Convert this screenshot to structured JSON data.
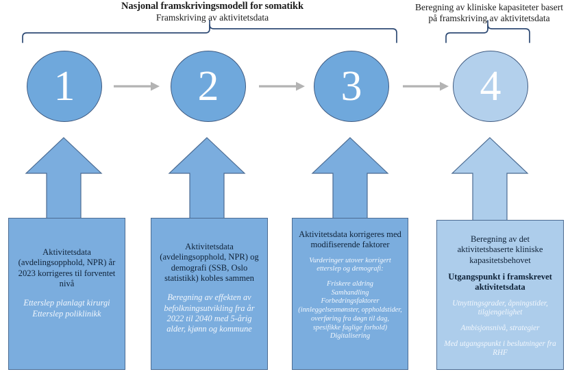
{
  "captions": {
    "main": {
      "line1": "Nasjonal framskrivingsmodell for somatikk",
      "line2": "Framskriving av aktivitetsdata"
    },
    "right": {
      "line1": "Beregning av kliniske kapasiteter basert",
      "line2": "på framskriving av aktivitetsdata"
    }
  },
  "steps": [
    {
      "number": "1",
      "tone": "dark"
    },
    {
      "number": "2",
      "tone": "dark"
    },
    {
      "number": "3",
      "tone": "dark"
    },
    {
      "number": "4",
      "tone": "light"
    }
  ],
  "connectors": [
    {
      "name": "arrow-1-to-2"
    },
    {
      "name": "arrow-2-to-3"
    },
    {
      "name": "arrow-3-to-4"
    }
  ],
  "boxes": [
    {
      "tone": "dark",
      "title": "Aktivitetsdata (avdelingsopphold, NPR) år 2023 korrigeres til forventet nivå",
      "sub1": "Etterslep planlagt kirurgi",
      "sub2": "Etterslep poliklinikk"
    },
    {
      "tone": "dark",
      "title": "Aktivitetsdata (avdelingsopphold, NPR) og demografi (SSB, Oslo statistikk) kobles sammen",
      "sub1": "Beregning av effekten av befolkningsutvikling fra år 2022 til 2040 med 5-årig alder, kjønn og kommune"
    },
    {
      "tone": "dark",
      "title": "Aktivitetsdata korrigeres med modifiserende faktorer",
      "sub1": "Vurderinger utover korrigert etterslep og demografi:",
      "sub2": "Friskere aldring",
      "sub3": "Samhandling",
      "sub4": "Forbedringsfaktorer (innleggelsesmønster, oppholdstider, overføring fra døgn til dag, spesifikke faglige forhold)",
      "sub5": "Digitalisering"
    },
    {
      "tone": "light",
      "title": "Beregning av det aktivitetsbaserte kliniske kapasitetsbehovet",
      "titleBold": "Utgangspunkt i framskrevet aktivitetsdata",
      "sub1": "Utnyttingsgrader, åpningstider, tilgjengelighet",
      "sub2": "Ambisjonsnivå, strategier",
      "sub3": "Med utgangspunkt i beslutninger fra RHF"
    }
  ],
  "colors": {
    "blue_dark": "#6fa8dc",
    "blue_box": "#7badde",
    "blue_light": "#adcdeb",
    "circle_light": "#b3d0ec",
    "stroke": "#3f5a80",
    "bracket": "#2e4a74",
    "connector": "#b3b3b3",
    "text_dark": "#10243d",
    "text_light": "#f2f7fd"
  }
}
